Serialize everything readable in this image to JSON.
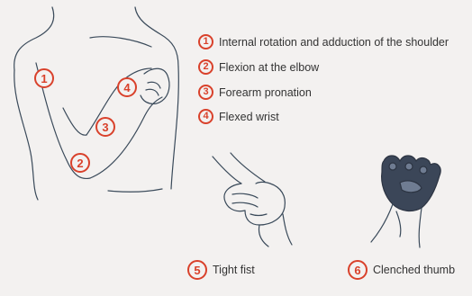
{
  "legend": [
    {
      "num": "1",
      "label": "Internal rotation and adduction of the shoulder"
    },
    {
      "num": "2",
      "label": "Flexion at the elbow"
    },
    {
      "num": "3",
      "label": "Forearm pronation"
    },
    {
      "num": "4",
      "label": "Flexed wrist"
    }
  ],
  "markers": [
    "1",
    "2",
    "3",
    "4"
  ],
  "bottom_labels": [
    {
      "num": "5",
      "label": "Tight fist"
    },
    {
      "num": "6",
      "label": "Clenched thumb"
    }
  ],
  "colors": {
    "accent": "#d9412b",
    "line": "#3a4a5a",
    "glove": "#3b4658"
  }
}
